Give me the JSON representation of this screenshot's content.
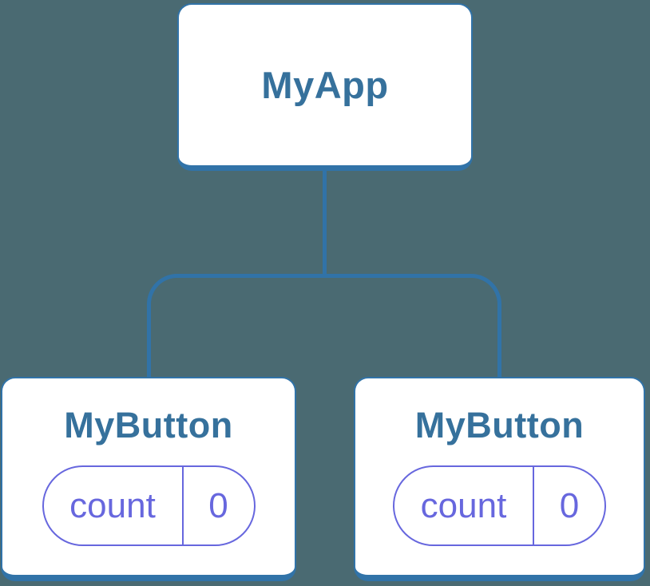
{
  "colors": {
    "bg": "#4a6a72",
    "line": "#3173a8",
    "card": "#ffffff",
    "label": "#36719c",
    "state": "#6767de"
  },
  "tree": {
    "root": {
      "label": "MyApp"
    },
    "children": [
      {
        "label": "MyButton",
        "state": {
          "key": "count",
          "value": "0"
        }
      },
      {
        "label": "MyButton",
        "state": {
          "key": "count",
          "value": "0"
        }
      }
    ]
  }
}
